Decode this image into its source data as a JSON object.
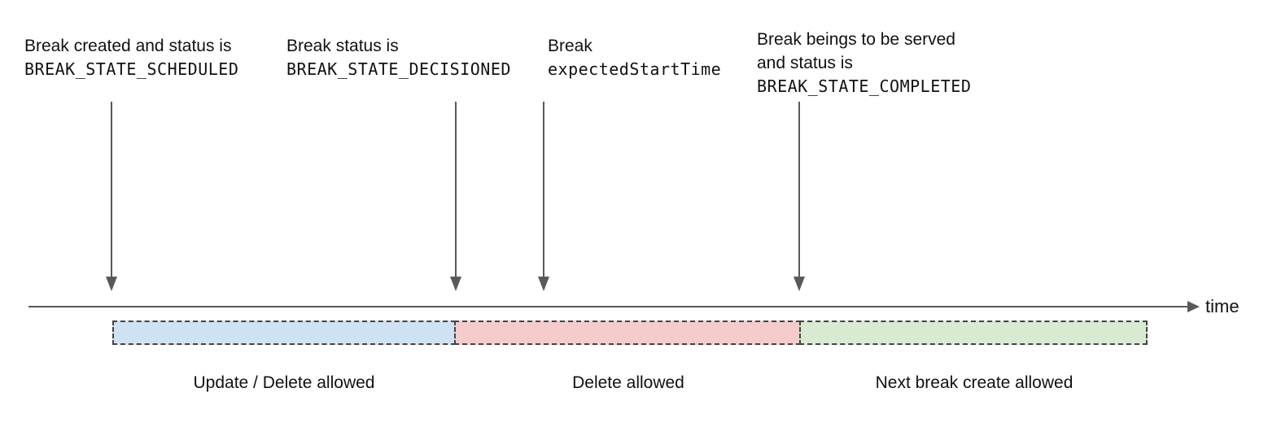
{
  "diagram": {
    "axis_label": "time",
    "annotations": [
      {
        "line1": "Break created and status is",
        "code": "BREAK_STATE_SCHEDULED"
      },
      {
        "line1": "Break status is",
        "code": "BREAK_STATE_DECISIONED"
      },
      {
        "line1": "Break",
        "code": "expectedStartTime"
      },
      {
        "line1": "Break beings to be served",
        "line2": "and status is",
        "code": "BREAK_STATE_COMPLETED"
      }
    ],
    "segments": [
      {
        "label": "Update / Delete allowed",
        "color": "#cfe2f3"
      },
      {
        "label": "Delete allowed",
        "color": "#f4cccc"
      },
      {
        "label": "Next break create allowed",
        "color": "#d9ead3"
      }
    ],
    "colors": {
      "arrow": "#595959",
      "dashed_border": "#434343",
      "text": "#111111"
    }
  }
}
